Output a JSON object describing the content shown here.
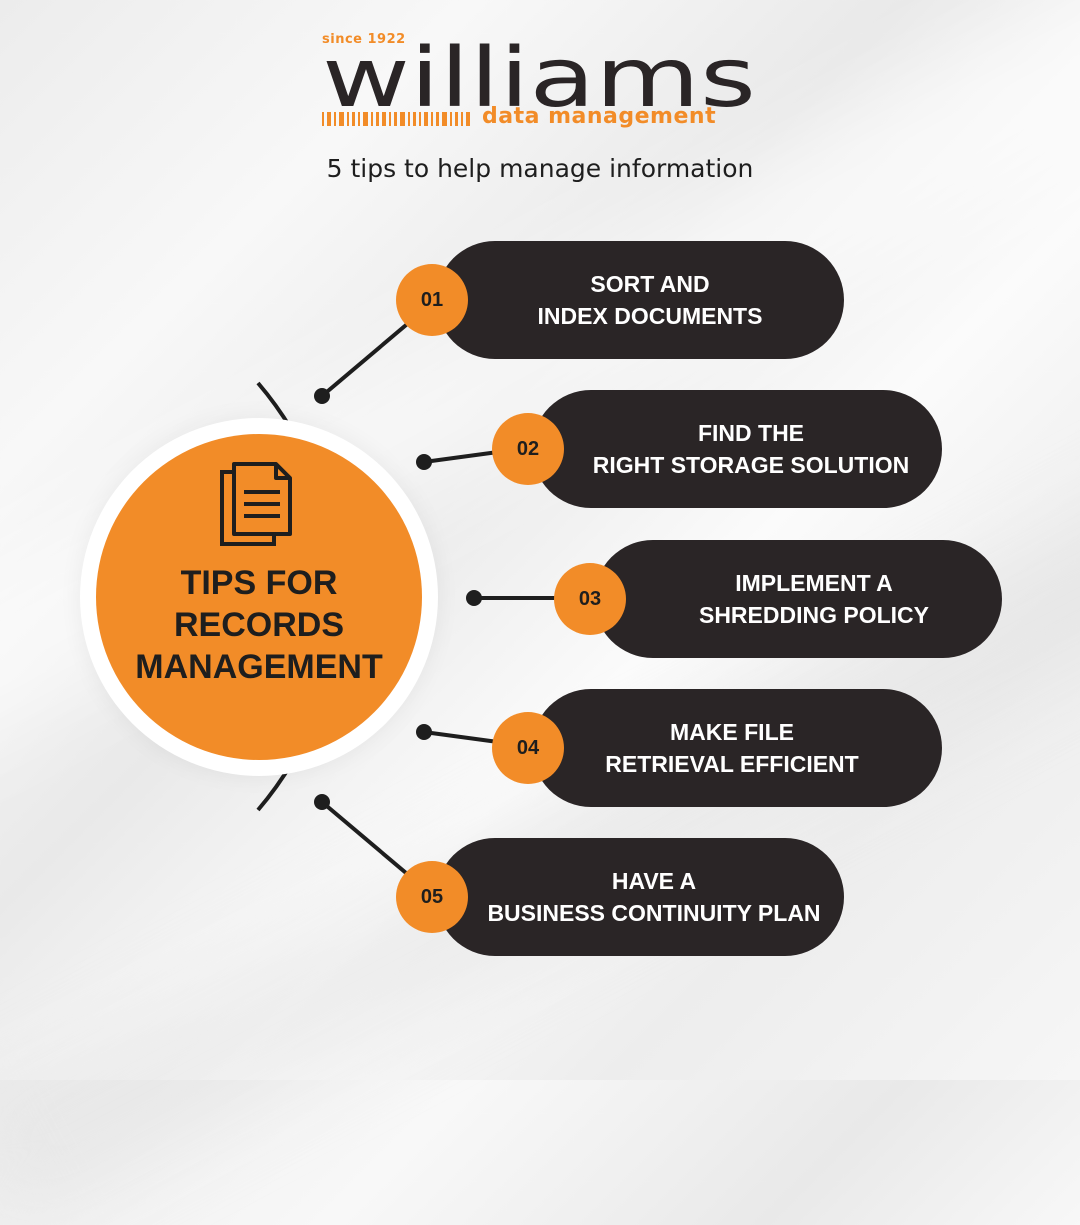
{
  "logo": {
    "since": "since 1922",
    "wordmark": "williams",
    "subtitle": "data management"
  },
  "tagline": "5 tips to help manage information",
  "hub": {
    "icon": "document-stack-icon",
    "title_lines": [
      "TIPS FOR",
      "RECORDS",
      "MANAGEMENT"
    ]
  },
  "tips": [
    {
      "number": "01",
      "lines": [
        "SORT AND",
        "INDEX DOCUMENTS"
      ]
    },
    {
      "number": "02",
      "lines": [
        "FIND THE",
        "RIGHT STORAGE SOLUTION"
      ]
    },
    {
      "number": "03",
      "lines": [
        "IMPLEMENT A",
        "SHREDDING POLICY"
      ]
    },
    {
      "number": "04",
      "lines": [
        "MAKE FILE",
        "RETRIEVAL EFFICIENT"
      ]
    },
    {
      "number": "05",
      "lines": [
        "HAVE A",
        "BUSINESS CONTINUITY PLAN"
      ]
    }
  ],
  "colors": {
    "accent": "#f28c28",
    "pill": "#2a2526",
    "text_dark": "#1e1e1e"
  }
}
